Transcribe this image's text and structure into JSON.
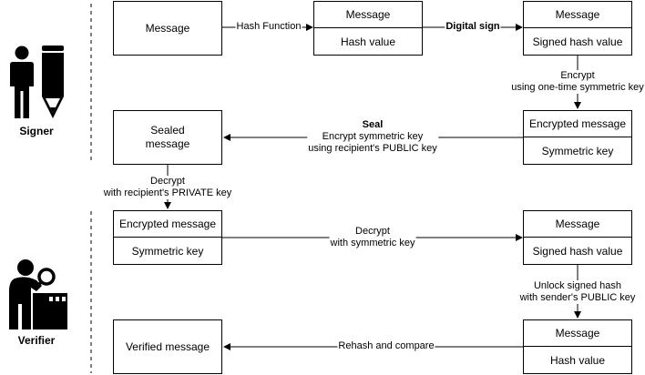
{
  "roles": {
    "signer": "Signer",
    "verifier": "Verifier"
  },
  "boxes": {
    "message": "Message",
    "signed_pair": {
      "top": "Message",
      "bottom": "Signed hash value"
    },
    "sealed": "Sealed\nmessage",
    "enc_pair_right": {
      "top": "Encrypted message",
      "bottom": "Symmetric key"
    },
    "hash_pair": {
      "top": "Message",
      "bottom": "Hash value"
    },
    "enc_pair_left": {
      "top": "Encrypted message",
      "bottom": "Symmetric key"
    },
    "signed_pair_2": {
      "top": "Message",
      "bottom": "Signed hash value"
    },
    "verified": "Verified message",
    "hash_pair_2": {
      "top": "Message",
      "bottom": "Hash value"
    }
  },
  "edges": {
    "hash_function": "Hash Function",
    "digital_sign": "Digital sign",
    "encrypt_1": "Encrypt",
    "encrypt_2": "using one-time symmetric key",
    "seal_title": "Seal",
    "seal_1": "Encrypt symmetric key",
    "seal_2": "using recipient's PUBLIC key",
    "decrypt_1": "Decrypt",
    "decrypt_2": "with recipient's PRIVATE key",
    "decrypt_sym_1": "Decrypt",
    "decrypt_sym_2": "with symmetric key",
    "unlock_1": "Unlock signed hash",
    "unlock_2": "with sender's PUBLIC key",
    "rehash": "Rehash and compare"
  }
}
